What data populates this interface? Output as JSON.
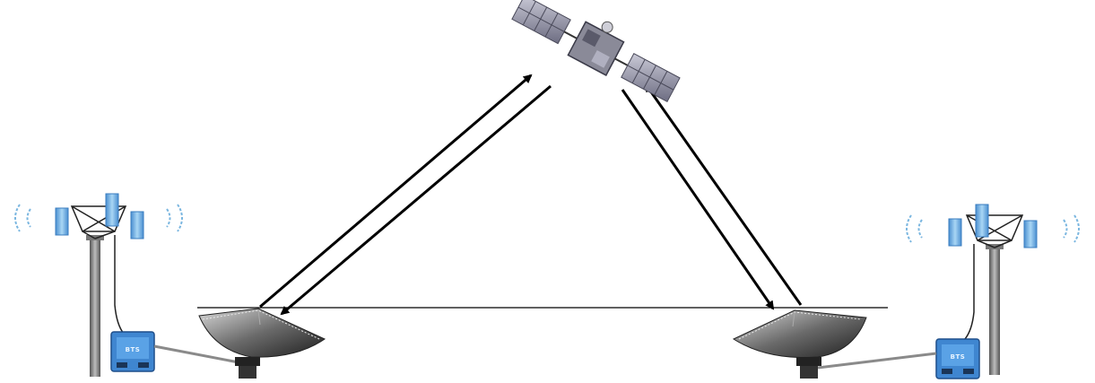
{
  "diagram": {
    "type": "satellite-backhaul",
    "colors": {
      "tower": "#6e6e6e",
      "antenna_panel": "#6fb3e8",
      "signal_wave": "#7ab6e0",
      "bts_box": "#3f86d0",
      "dish": "#3a3a3a",
      "arrow": "#000000",
      "satellite_body": "#7a7a8a"
    },
    "icons": {
      "satellite": "satellite-icon",
      "tower": "cell-tower-icon",
      "dish": "satellite-dish-icon",
      "bts": "bts-box-icon"
    },
    "left_site": {
      "bts_label": "BTS"
    },
    "right_site": {
      "bts_label": "BTS"
    },
    "links": [
      {
        "from": "left-dish",
        "to": "satellite",
        "direction": "uplink"
      },
      {
        "from": "satellite",
        "to": "left-dish",
        "direction": "downlink"
      },
      {
        "from": "satellite",
        "to": "right-dish",
        "direction": "downlink"
      },
      {
        "from": "right-dish",
        "to": "satellite",
        "direction": "uplink"
      }
    ]
  }
}
